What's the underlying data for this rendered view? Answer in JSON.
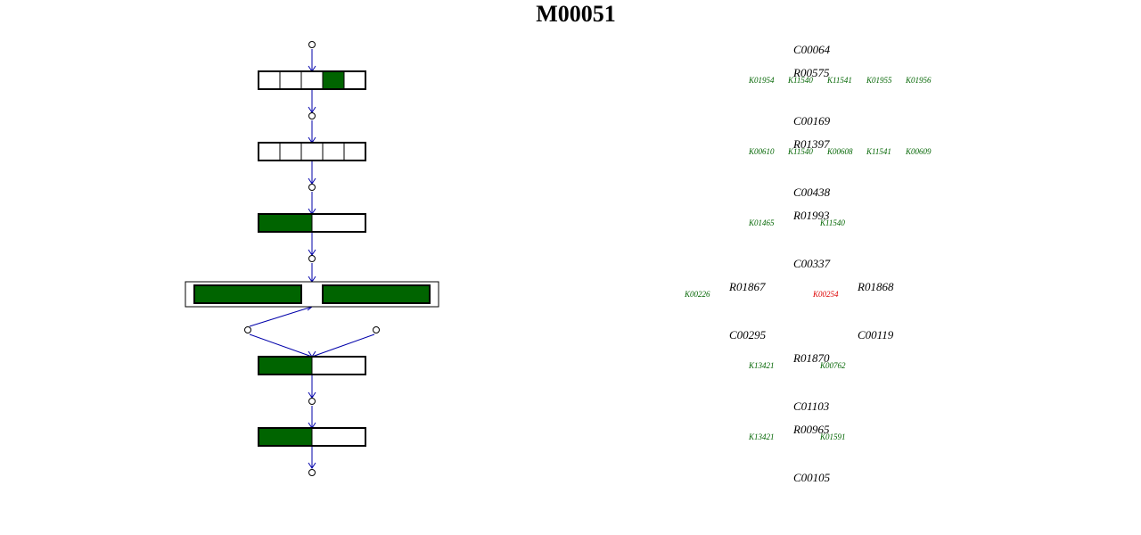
{
  "title": "M00051",
  "colors": {
    "present": "#006400",
    "absent": "#ffffff",
    "arrow": "#0000aa",
    "ko_green": "#006400",
    "ko_red": "#dd0000"
  },
  "blocks": [
    {
      "id": "block-1",
      "boxes": [
        {
          "cells": [
            false,
            false,
            false,
            true,
            false
          ]
        }
      ]
    },
    {
      "id": "block-2",
      "boxes": [
        {
          "cells": [
            false,
            false,
            false,
            false,
            false
          ]
        }
      ]
    },
    {
      "id": "block-3",
      "boxes": [
        {
          "cells": [
            true,
            false
          ]
        }
      ]
    },
    {
      "id": "block-4",
      "boxes": [
        {
          "cells": [
            true
          ]
        },
        {
          "cells": [
            true
          ]
        }
      ]
    },
    {
      "id": "block-5",
      "boxes": [
        {
          "cells": [
            true,
            false
          ]
        }
      ]
    },
    {
      "id": "block-6",
      "boxes": [
        {
          "cells": [
            true,
            false
          ]
        }
      ]
    }
  ],
  "compounds": [
    "C00064",
    "C00169",
    "C00438",
    "C00337",
    "C00295",
    "C00119",
    "C01103",
    "C00105"
  ],
  "reactions": [
    "R00575",
    "R01397",
    "R01993",
    "R01867",
    "R01868",
    "R01870",
    "R00965"
  ],
  "kos": [
    {
      "id": "K01954",
      "color": "green"
    },
    {
      "id": "K11540",
      "color": "green"
    },
    {
      "id": "K11541",
      "color": "green"
    },
    {
      "id": "K01955",
      "color": "green"
    },
    {
      "id": "K01956",
      "color": "green"
    },
    {
      "id": "K00610",
      "color": "green"
    },
    {
      "id": "K11540",
      "color": "green"
    },
    {
      "id": "K00608",
      "color": "green"
    },
    {
      "id": "K11541",
      "color": "green"
    },
    {
      "id": "K00609",
      "color": "green"
    },
    {
      "id": "K01465",
      "color": "green"
    },
    {
      "id": "K11540",
      "color": "green"
    },
    {
      "id": "K00226",
      "color": "green"
    },
    {
      "id": "K00254",
      "color": "red"
    },
    {
      "id": "K13421",
      "color": "green"
    },
    {
      "id": "K00762",
      "color": "green"
    },
    {
      "id": "K13421",
      "color": "green"
    },
    {
      "id": "K01591",
      "color": "green"
    }
  ]
}
